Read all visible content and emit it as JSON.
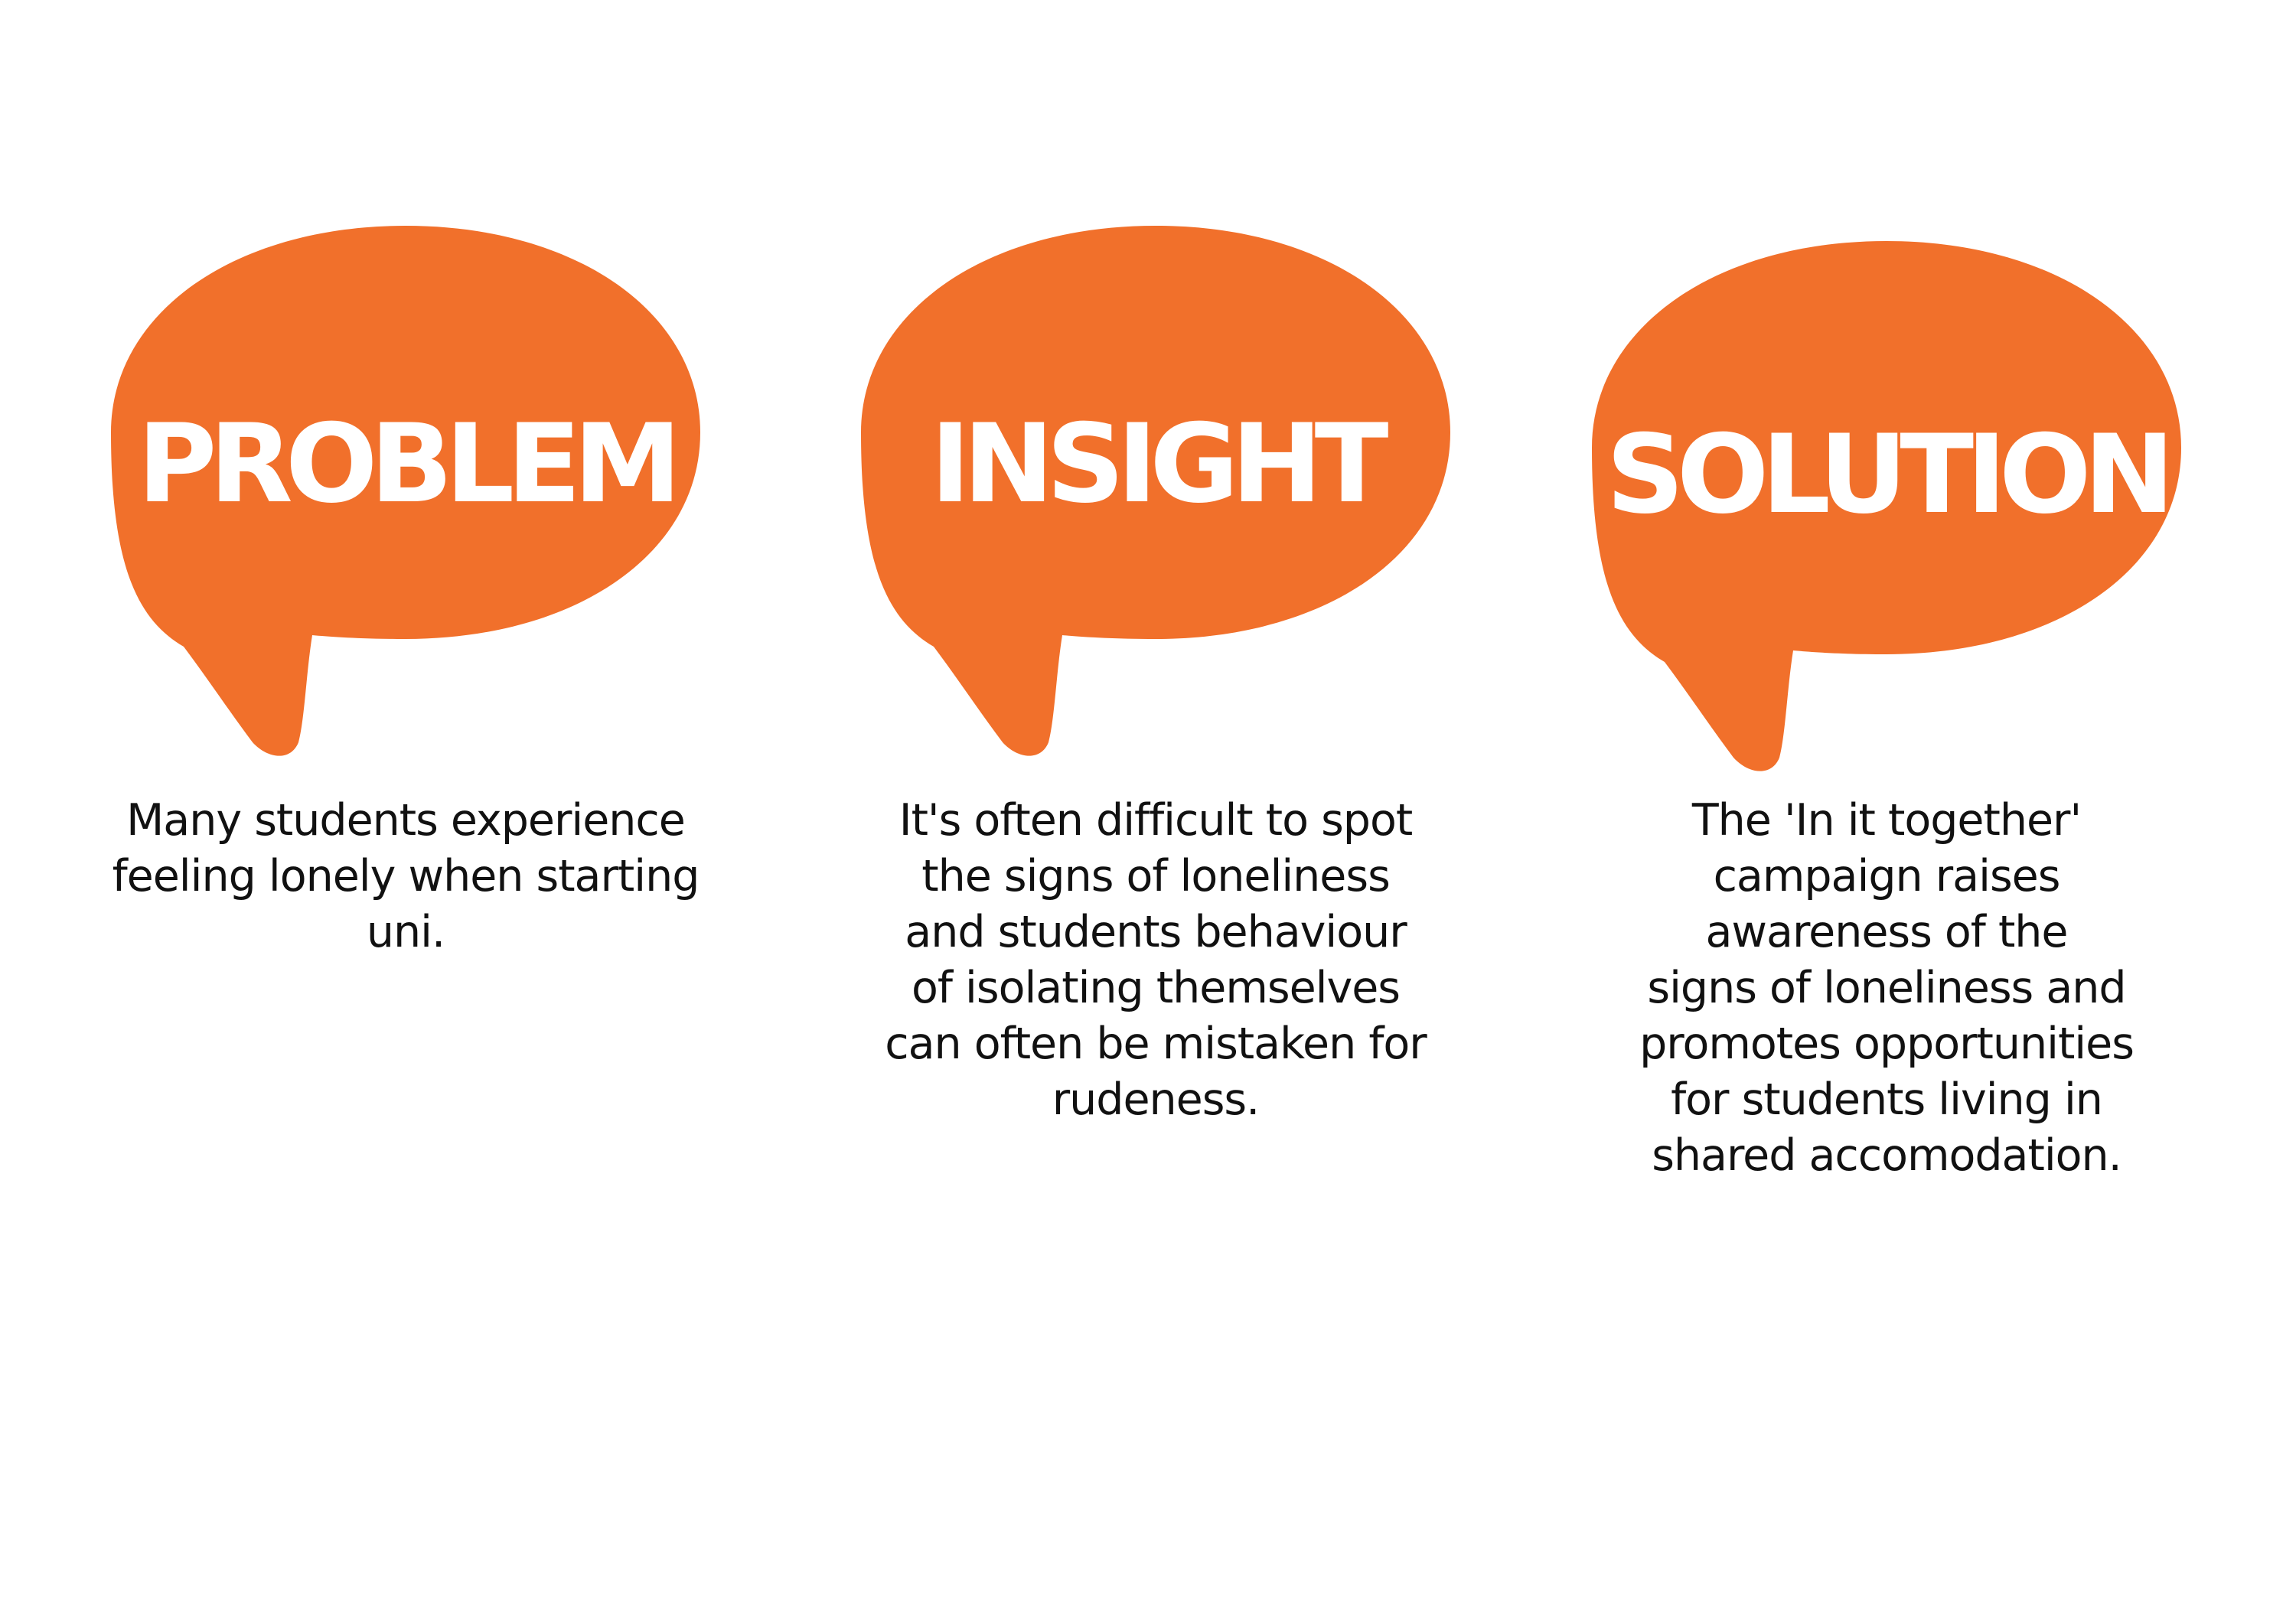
{
  "colors": {
    "bubble": "#F1702B",
    "bubble_label": "#FFFFFF",
    "body_text": "#111111",
    "background": "#FFFFFF"
  },
  "panels": [
    {
      "heading": "PROBLEM",
      "lines": [
        "Many students experience",
        "feeling lonely when starting",
        "uni."
      ]
    },
    {
      "heading": "INSIGHT",
      "lines": [
        "It's often difficult to spot",
        "the signs of loneliness",
        "and students behaviour",
        "of isolating themselves",
        "can often be mistaken for",
        "rudeness."
      ]
    },
    {
      "heading": "SOLUTION",
      "lines": [
        "The 'In it together'",
        "campaign raises",
        "awareness of the",
        "signs of loneliness and",
        "promotes opportunities",
        "for students living in",
        "shared accomodation."
      ]
    }
  ]
}
